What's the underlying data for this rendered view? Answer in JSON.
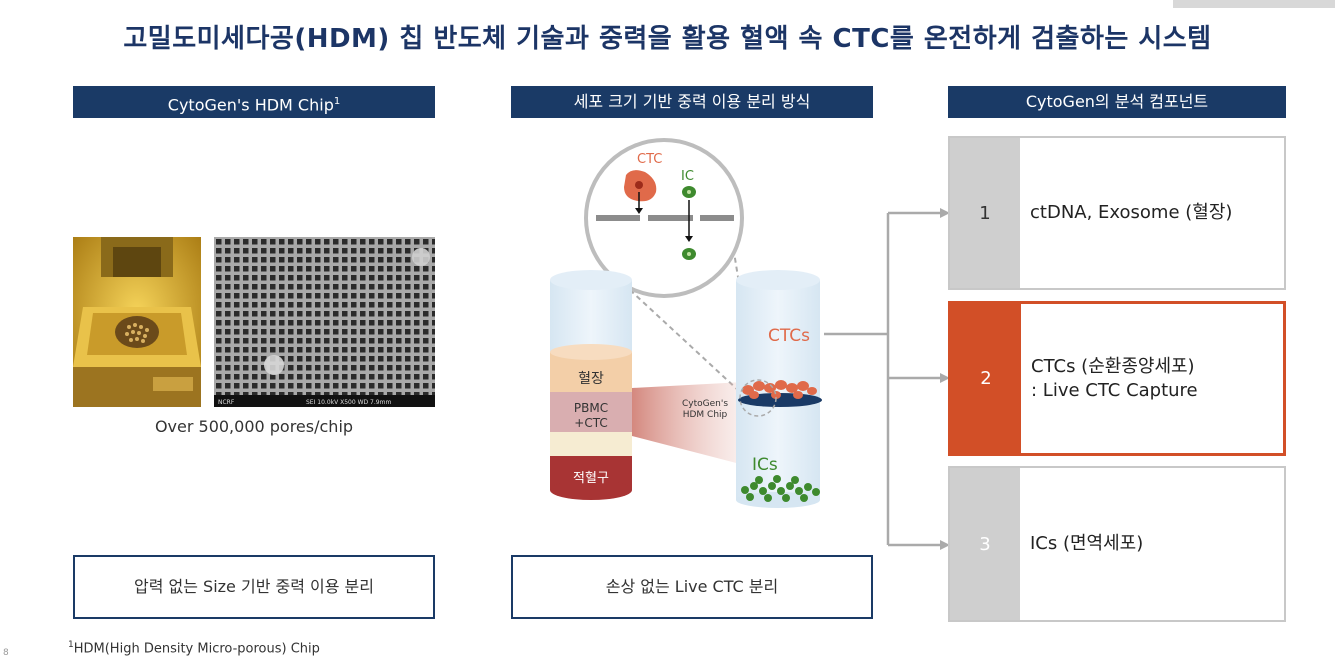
{
  "title": "고밀도미세다공(HDM) 칩 반도체 기술과 중력을 활용 혈액 속 CTC를 온전하게 검출하는 시스템",
  "headers": {
    "left": "CytoGen's HDM Chip",
    "left_sup": "1",
    "middle": "세포 크기 기반 중력 이용 분리 방식",
    "right": "CytoGen의 분석 컴포넌트"
  },
  "chip": {
    "sem_label_left": "NCRF",
    "sem_label_mid": "SEI   10.0kV   X500   WD 7.9mm",
    "caption": "Over 500,000 pores/chip"
  },
  "bottom_boxes": {
    "left": "압력 없는 Size 기반 중력 이용 분리",
    "middle": "손상 없는 Live CTC 분리"
  },
  "diagram": {
    "zoom_ctc": "CTC",
    "zoom_ic": "IC",
    "tube_layers": [
      "혈장",
      "PBMC",
      "+CTC",
      "적혈구"
    ],
    "chip_label_1": "CytoGen's",
    "chip_label_2": "HDM Chip",
    "ctcs_label": "CTCs",
    "ics_label": "ICs"
  },
  "components": [
    {
      "num": "1",
      "line1": "ctDNA, Exosome (혈장)",
      "line2": ""
    },
    {
      "num": "2",
      "line1": "CTCs (순환종양세포)",
      "line2": ": Live CTC Capture"
    },
    {
      "num": "3",
      "line1": "ICs (면역세포)",
      "line2": ""
    }
  ],
  "footnote": {
    "sup": "1",
    "text": "HDM(High Density Micro-porous) Chip"
  },
  "page_number": "8",
  "colors": {
    "navy": "#1a3a66",
    "accent_orange": "#d24f27",
    "ctc": "#e06a4a",
    "ic": "#3e8a2e"
  }
}
